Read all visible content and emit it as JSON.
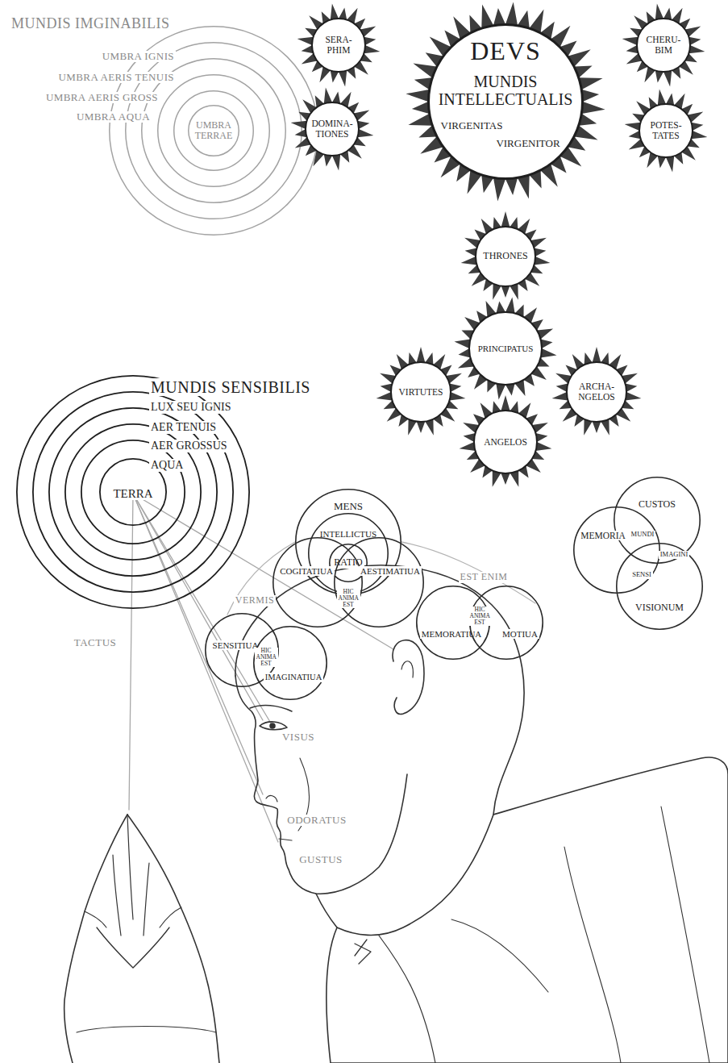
{
  "diagram": {
    "nodes": [
      {
        "text": [
          "MUNDIS IMGINABILIS"
        ]
      },
      {
        "text": [
          "UMBRA IGNIS"
        ],
        "in": 0
      },
      {
        "text": [
          "UMBRA AERIS TENUIS"
        ],
        "in": 1
      },
      {
        "text": [
          "UMBRA AERIS GROSS"
        ],
        "in": 2
      },
      {
        "text": [
          "UMBRA AQUA"
        ],
        "in": 3
      },
      {
        "text": [
          "UMBRA TERRAE"
        ],
        "in": 4
      },
      {
        "text": [
          "SERA- PHIM"
        ]
      },
      {
        "text": [
          "DEVS",
          "MUNDIS INTELLECTUALIS",
          "VIRGENITAS",
          "VIRGENITOR"
        ]
      },
      {
        "text": [
          "CHERU- BIM"
        ]
      },
      {
        "text": [
          "DOMINA- TIONES"
        ]
      },
      {
        "text": [
          "POTES- TATES"
        ]
      },
      {
        "text": [
          "THRONES"
        ]
      },
      {
        "text": [
          "PRINCIPATUS"
        ]
      },
      {
        "text": [
          "VIRTUTES"
        ]
      },
      {
        "text": [
          "ARCHA- NGELOS"
        ]
      },
      {
        "text": [
          "ANGELOS"
        ]
      },
      {
        "text": [
          "MUNDIS SENSIBILIS"
        ]
      },
      {
        "text": [
          "LUX SEU IGNIS"
        ],
        "in": 16
      },
      {
        "text": [
          "AER TENUIS"
        ],
        "in": 17
      },
      {
        "text": [
          "AER GROSSUS"
        ],
        "in": 18
      },
      {
        "text": [
          "AQUA"
        ],
        "in": 19
      },
      {
        "text": [
          "TERRA"
        ],
        "in": 20
      },
      {
        "text": [
          "MENS"
        ]
      },
      {
        "text": [
          "INTELLICTUS"
        ],
        "in": 22
      },
      {
        "text": [
          "RATIO"
        ],
        "in": 23
      },
      {
        "text": [
          "COGITATIUA"
        ]
      },
      {
        "text": [
          "AESTIMATIUA"
        ]
      },
      {
        "text": [
          "CUSTOS"
        ]
      },
      {
        "text": [
          "MEMORIA"
        ]
      },
      {
        "text": [
          "VISIONUM"
        ]
      },
      {
        "text": [
          "MEMORATIUA"
        ]
      },
      {
        "text": [
          "MOTIUA"
        ]
      },
      {
        "text": [
          "SENSITIUA"
        ]
      },
      {
        "text": [
          "IMAGINATIUA"
        ]
      }
    ],
    "labels": [
      "MUNDI",
      "IMAGINI",
      "SENSI",
      "HIC ANIMA EST",
      "EST ENIM",
      "VERMIS",
      "HIC ANIMA EST",
      "HIC ANIMA EST",
      "TACTUS",
      "VISUS",
      "ODORATUS",
      "GUSTUS"
    ]
  }
}
